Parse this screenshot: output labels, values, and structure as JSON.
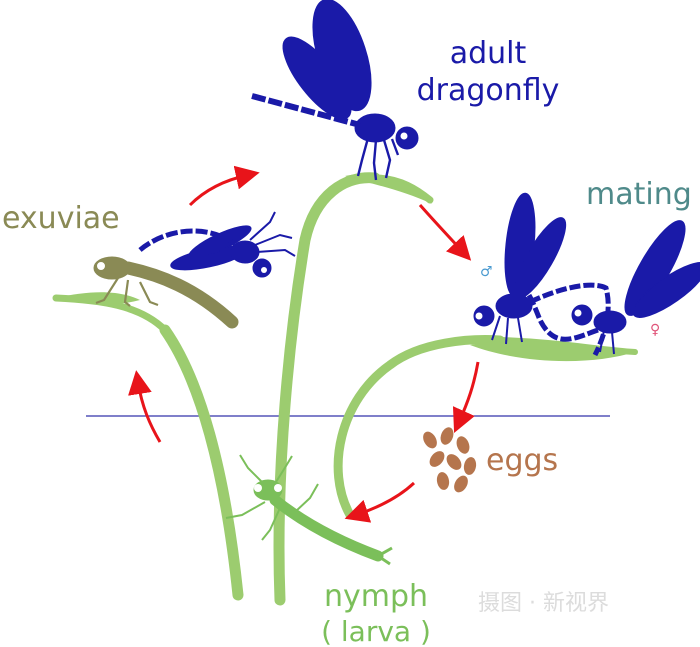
{
  "labels": {
    "adult_line1": "adult",
    "adult_line2": "dragonfly",
    "mating": "mating",
    "exuviae": "exuviae",
    "eggs": "eggs",
    "nymph_line1": "nymph",
    "nymph_line2": "( larva )",
    "male_symbol": "♂",
    "female_symbol": "♀"
  },
  "watermark": "摄图 · 新视界",
  "colors": {
    "adult": "#1a1aa8",
    "mating": "#4f8a8a",
    "exuviae": "#8a8a55",
    "eggs": "#b5754d",
    "nymph": "#7bbf5a",
    "plant": "#9ccc6f",
    "arrow": "#e8141a",
    "water_line": "#3333aa",
    "male_symbol": "#4a9ad0",
    "female_symbol": "#e0557a"
  },
  "icons": [
    "adult-dragonfly-icon",
    "mating-pair-icon",
    "eggs-icon",
    "nymph-icon",
    "exuviae-icon",
    "emerging-dragonfly-icon",
    "cycle-arrow-icon"
  ]
}
